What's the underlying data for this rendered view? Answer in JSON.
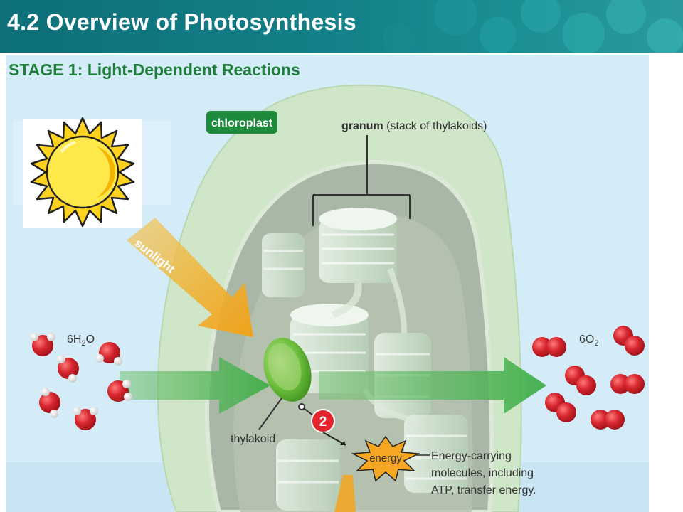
{
  "slide": {
    "title": "4.2 Overview of Photosynthesis"
  },
  "diagram": {
    "stage_heading": "STAGE 1: Light-Dependent Reactions",
    "chloroplast_label": "chloroplast",
    "granum_label_bold": "granum",
    "granum_label_rest": " (stack of thylakoids)",
    "sunlight_label": "sunlight",
    "water_label": {
      "prefix": "6H",
      "sub": "2",
      "suffix": "O"
    },
    "oxygen_label": {
      "prefix": "6O",
      "sub": "2"
    },
    "thylakoid_label": "thylakoid",
    "step_number": "2",
    "energy_label": "energy",
    "energy_desc": [
      "Energy-carrying",
      "molecules, including",
      "ATP, transfer energy."
    ]
  },
  "colors": {
    "header": "#127f87",
    "background": "#d3ecf8",
    "chloroplast_badge": "#1e8a3c",
    "arrow_green": "#4caf50",
    "arrow_sun": "#f2a51c",
    "molecule_red": "#d7262e",
    "step_badge": "#e3262d",
    "energy_star": "#f5a623"
  },
  "icons": [
    "sun-icon",
    "water-molecule-icon",
    "oxygen-molecule-icon",
    "energy-star-icon"
  ]
}
